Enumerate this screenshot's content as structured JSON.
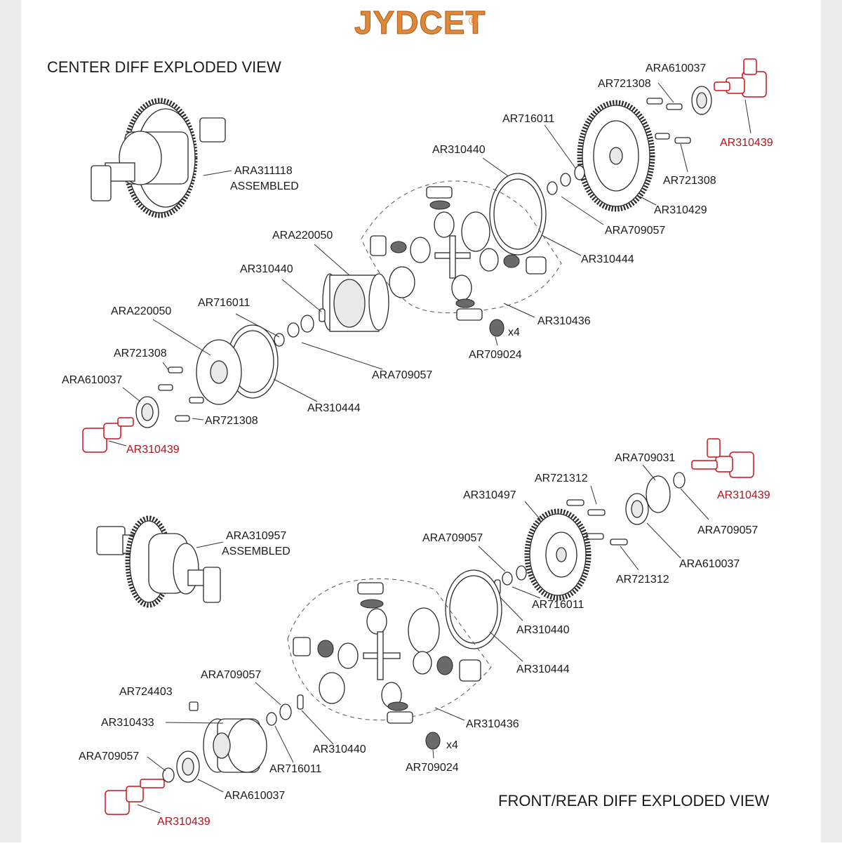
{
  "brand": {
    "name": "JYDCET",
    "mark": "®",
    "color": "#e0883a"
  },
  "titles": {
    "center": "CENTER DIFF EXPLODED VIEW",
    "front_rear": "FRONT/REAR DIFF EXPLODED VIEW"
  },
  "labels": {
    "c_ara610037_top": "ARA610037",
    "c_ar721308_top": "AR721308",
    "c_ar310439_top": "AR310439",
    "c_ar716011_top": "AR716011",
    "c_ar721308_right": "AR721308",
    "c_ar310429": "AR310429",
    "c_ar310440_top": "AR310440",
    "c_ara709057_top": "ARA709057",
    "c_ar310444_top": "AR310444",
    "c_ara311118": "ARA311118",
    "c_assembled": "ASSEMBLED",
    "c_ara220050_mid": "ARA220050",
    "c_ar310440_mid": "AR310440",
    "c_ar716011_mid": "AR716011",
    "c_ara220050_left": "ARA220050",
    "c_ar310436": "AR310436",
    "c_x4": "x4",
    "c_ar709024": "AR709024",
    "c_ar721308_left": "AR721308",
    "c_ara709057_mid": "ARA709057",
    "c_ara610037_left": "ARA610037",
    "c_ar310444_mid": "AR310444",
    "c_ar721308_bottom": "AR721308",
    "c_ar310439_left": "AR310439",
    "f_ara709031": "ARA709031",
    "f_ar310439_top": "AR310439",
    "f_ar721312_top": "AR721312",
    "f_ar310497": "AR310497",
    "f_ara709057_right": "ARA709057",
    "f_ara310957": "ARA310957",
    "f_assembled": "ASSEMBLED",
    "f_ara709057_mid": "ARA709057",
    "f_ara610037_right": "ARA610037",
    "f_ar721312_right": "AR721312",
    "f_ar716011_right": "AR716011",
    "f_ar310440_right": "AR310440",
    "f_ar310444": "AR310444",
    "f_ara709057_left": "ARA709057",
    "f_ar724403": "AR724403",
    "f_ar310433": "AR310433",
    "f_ar310436": "AR310436",
    "f_ar310440_left": "AR310440",
    "f_x4": "x4",
    "f_ar709024": "AR709024",
    "f_ara709057_bottom": "ARA709057",
    "f_ar716011_left": "AR716011",
    "f_ara610037_bottom": "ARA610037",
    "f_ar310439_bottom": "AR310439"
  },
  "colors": {
    "highlight_part": "#c8141c",
    "highlight_label": "#b5121b",
    "line": "#2a2a2a"
  }
}
